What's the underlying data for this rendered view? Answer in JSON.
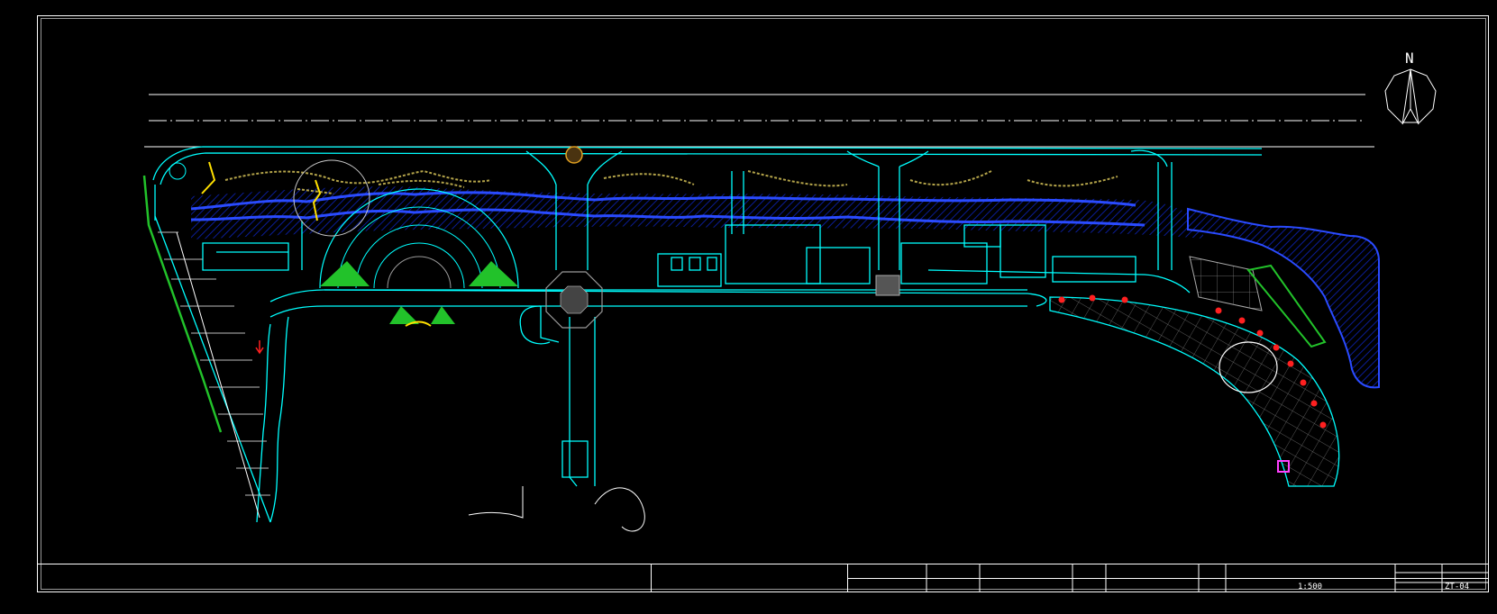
{
  "title_block": {
    "scale": "1:500",
    "drawing_no": "ZT-04"
  },
  "north_arrow": {
    "label": "N",
    "icon": "north-arrow-icon"
  },
  "colors": {
    "background": "#000000",
    "frame": "#ffffff",
    "outline": "#00ffff",
    "water": "#1e3cff",
    "water_hatch": "#0a1a8a",
    "vegetation": "#a89a48",
    "lawn": "#22c22a",
    "lamp": "#ff2020",
    "paving": "#8a8a8a",
    "accent_yellow": "#ffe000",
    "accent_magenta": "#ff40ff"
  }
}
